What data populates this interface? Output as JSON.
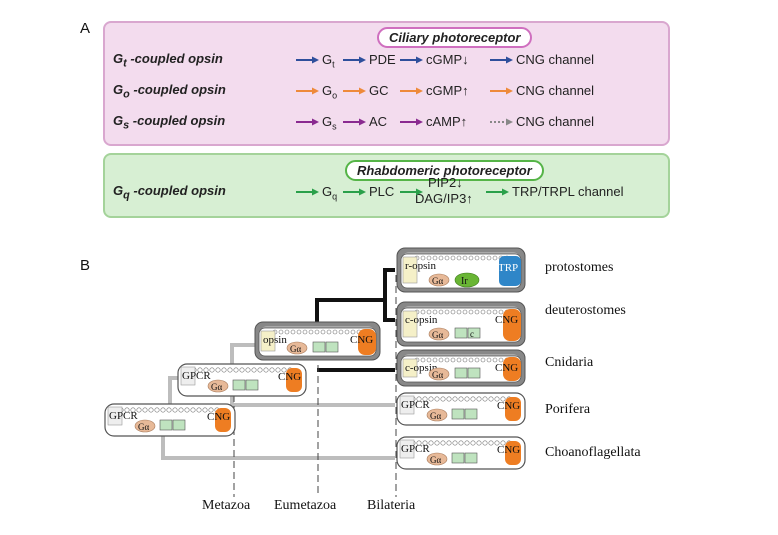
{
  "panelA": {
    "label": "A",
    "ciliary_title": "Ciliary photoreceptor",
    "rhabdomeric_title": "Rhabdomeric photoreceptor",
    "rows": [
      {
        "opsin_main": "G",
        "opsin_sub": "t",
        "opsin_rest": " -coupled opsin",
        "g_main": "G",
        "g_sub": "t",
        "effector": "PDE",
        "messenger": "cGMP↓",
        "channel": "CNG channel",
        "arrow_color": "#2e4f9c"
      },
      {
        "opsin_main": "G",
        "opsin_sub": "o",
        "opsin_rest": " -coupled opsin",
        "g_main": "G",
        "g_sub": "o",
        "effector": "GC",
        "messenger": "cGMP↑",
        "channel": "CNG channel",
        "arrow_color": "#ee8a3a"
      },
      {
        "opsin_main": "G",
        "opsin_sub": "s",
        "opsin_rest": " -coupled opsin",
        "g_main": "G",
        "g_sub": "s",
        "effector": "AC",
        "messenger": "cAMP↑",
        "channel": "CNG channel",
        "arrow_color": "#8a2a90",
        "last_dotted": true
      }
    ],
    "rhabdo_row": {
      "opsin_main": "G",
      "opsin_sub": "q",
      "opsin_rest": " -coupled opsin",
      "g_main": "G",
      "g_sub": "q",
      "effector": "PLC",
      "messenger_top": "PIP2↓",
      "messenger_bottom": "DAG/IP3↑",
      "channel": "TRP/TRPL channel",
      "arrow_color": "#2aa04a"
    }
  },
  "panelB": {
    "label": "B",
    "taxa": [
      "protostomes",
      "deuterostomes",
      "Cnidaria",
      "Porifera",
      "Choanoflagellata"
    ],
    "nodes": [
      "Metazoa",
      "Eumetazoa",
      "Bilateria"
    ],
    "box_labels": {
      "gpcr": "GPCR",
      "cng": "CNG",
      "opsin": "opsin",
      "r_opsin": "r-opsin",
      "c_opsin": "c-opsin",
      "galpha": "Gα",
      "trp": "TRP",
      "ir": "Ir",
      "c": "c"
    }
  },
  "colors": {
    "cng": "#ee7d22",
    "trp": "#2f86c8",
    "ir": "#69b534",
    "galpha": "#e7b998",
    "green_box": "#bfe3bf",
    "ciliary_bg": "#f3dcee",
    "rhabdo_bg": "#d7efd3"
  }
}
